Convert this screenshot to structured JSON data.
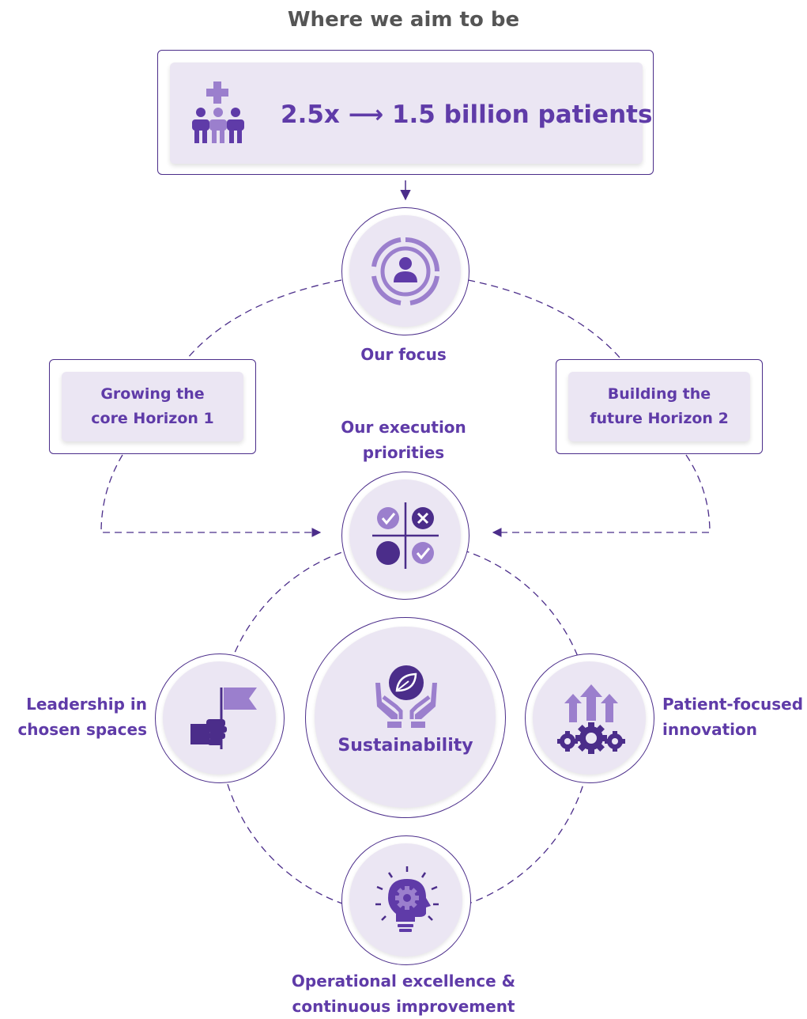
{
  "title": "Where we aim to be",
  "goal": {
    "text": "2.5x ⟶ 1.5 billion patients",
    "icon": "patients-group-icon"
  },
  "focus": {
    "label": "Our focus",
    "icon": "person-target-icon"
  },
  "horizon1": {
    "label": "Growing the\ncore Horizon 1"
  },
  "horizon2": {
    "label": "Building the\nfuture Horizon 2"
  },
  "execution": {
    "label": "Our execution\npriorities",
    "icon": "priority-matrix-icon"
  },
  "sustainability": {
    "label": "Sustainability",
    "icon": "hands-leaf-icon"
  },
  "leadership": {
    "label": "Leadership in\nchosen spaces",
    "icon": "hand-flag-icon"
  },
  "innovation": {
    "label": "Patient-focused\ninnovation",
    "icon": "gears-arrows-icon"
  },
  "operational": {
    "label": "Operational excellence &\ncontinuous improvement",
    "icon": "head-gear-lightbulb-icon"
  },
  "colors": {
    "dark": "#4b2d8a",
    "primary": "#5f3ba8",
    "light": "#9b7fcd",
    "fill": "#ebe6f3"
  }
}
